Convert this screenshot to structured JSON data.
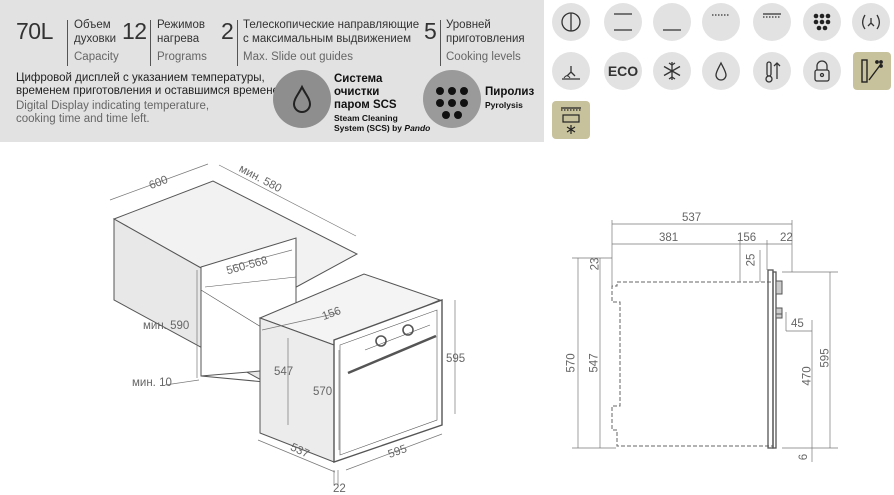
{
  "specs": [
    {
      "num": "70L",
      "ru": "Объем\nдуховки",
      "en": "Capacity"
    },
    {
      "num": "12",
      "ru": "Режимов\nнагрева",
      "en": "Programs"
    },
    {
      "num": "2",
      "ru": "Телескопические направляющие\nс максимальным выдвижением",
      "en": "Max. Slide out guides"
    },
    {
      "num": "5",
      "ru": "Уровней\nприготовления",
      "en": "Cooking levels"
    }
  ],
  "display": {
    "ru1": "Цифровой дисплей с указанием температуры,",
    "ru2": "временем приготовления и оставшимся временем",
    "en1": "Digital Display indicating temperature,",
    "en2": "cooking time and time left."
  },
  "scs": {
    "ru1": "Система",
    "ru2": "очистки",
    "ru3": "паром SCS",
    "en1": "Steam Cleaning",
    "en2": "System (SCS) by",
    "brand": "Pando"
  },
  "pyro": {
    "ru": "Пиролиз",
    "en": "Pyrolysis"
  },
  "icons": [
    "top-bottom-heat-fan-icon",
    "top-heat-icon",
    "bottom-heat-icon",
    "small-grill-icon",
    "grill-top-icon",
    "multi-dots-icon",
    "fan-icon",
    "fan-bottom-icon",
    "eco-icon",
    "defrost-icon",
    "steam-drop-icon",
    "thermometer-icon",
    "lock-icon",
    "pyrolysis-icon",
    "freeze-icon"
  ],
  "eco_label": "ECO",
  "iso_dims": {
    "d600": "600",
    "dmin580": "мин. 580",
    "d560_568": "560-568",
    "dmin590": "мин. 590",
    "dmin10": "мин. 10",
    "d156": "156",
    "d547": "547",
    "d570": "570",
    "d595v": "595",
    "d537": "537",
    "d595h": "595",
    "d22": "22"
  },
  "side_dims": {
    "d537": "537",
    "d381": "381",
    "d156": "156",
    "d22": "22",
    "d23": "23",
    "d25": "25",
    "d570": "570",
    "d547": "547",
    "d45": "45",
    "d470": "470",
    "d595": "595",
    "d6": "6"
  }
}
